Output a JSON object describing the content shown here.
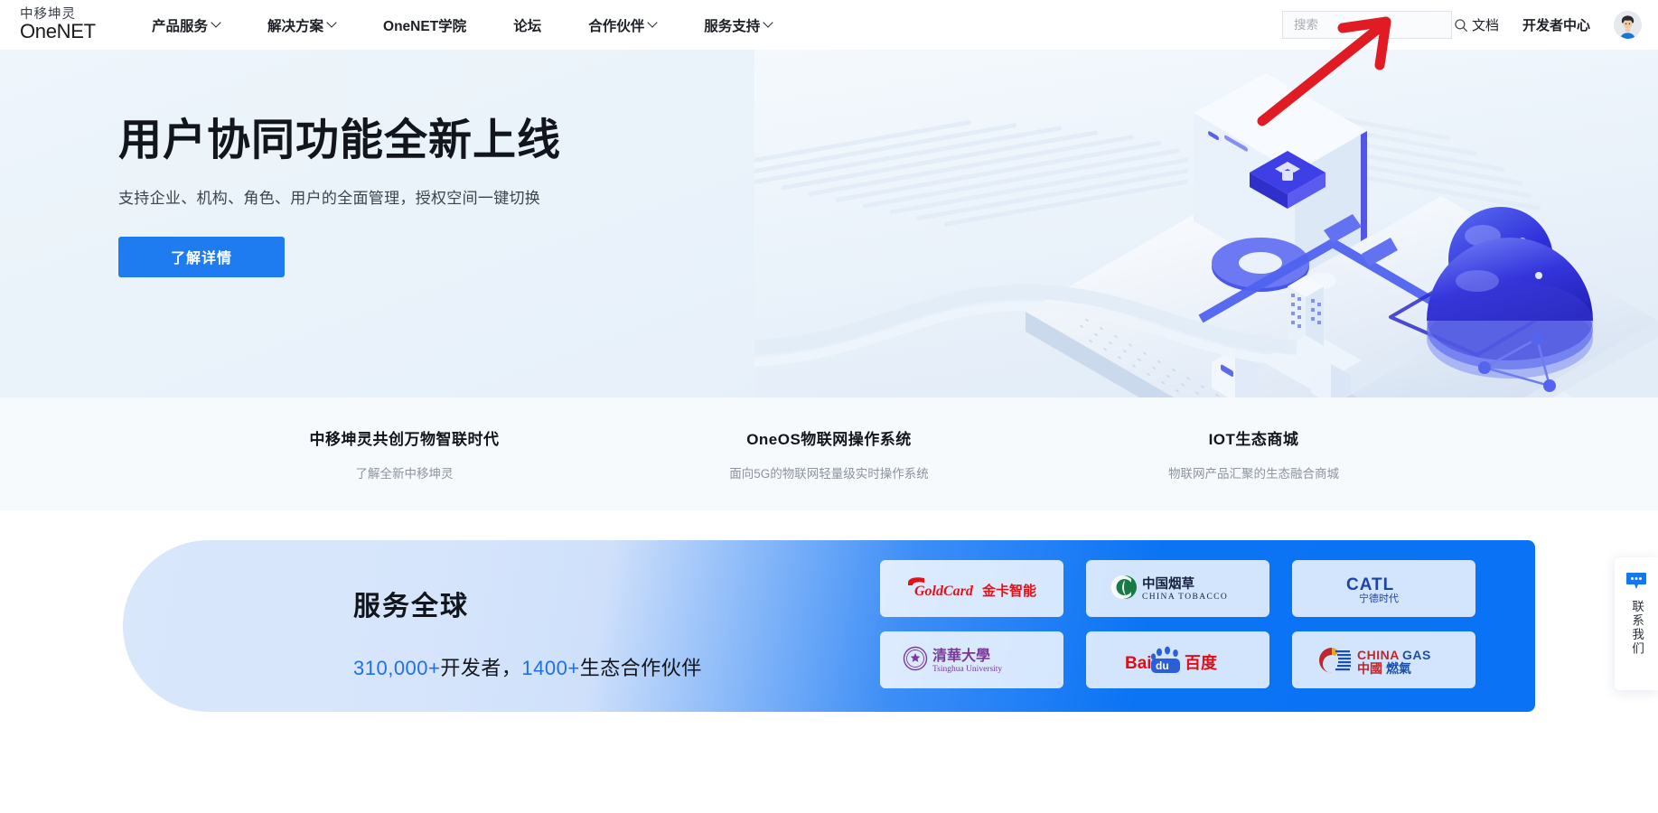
{
  "brand": {
    "cn": "中移坤灵",
    "en": "OneNET"
  },
  "nav": {
    "items": [
      {
        "label": "产品服务",
        "has_caret": true
      },
      {
        "label": "解决方案",
        "has_caret": true
      },
      {
        "label": "OneNET学院",
        "has_caret": false
      },
      {
        "label": "论坛",
        "has_caret": false
      },
      {
        "label": "合作伙伴",
        "has_caret": true
      },
      {
        "label": "服务支持",
        "has_caret": true
      }
    ]
  },
  "search": {
    "placeholder": "搜索",
    "value": "",
    "icon": "search-icon"
  },
  "header_links": {
    "docs": "文档",
    "developer_center": "开发者中心"
  },
  "hero": {
    "title": "用户协同功能全新上线",
    "subtitle": "支持企业、机构、角色、用户的全面管理，授权空间一键切换",
    "cta": "了解详情",
    "carousel": {
      "total": 3,
      "active_index": 0
    }
  },
  "features": [
    {
      "title": "中移坤灵共创万物智联时代",
      "subtitle": "了解全新中移坤灵"
    },
    {
      "title": "OneOS物联网操作系统",
      "subtitle": "面向5G的物联网轻量级实时操作系统"
    },
    {
      "title": "IOT生态商城",
      "subtitle": "物联网产品汇聚的生态融合商城"
    }
  ],
  "banner": {
    "title": "服务全球",
    "stat_developers_num": "310,000+",
    "stat_developers_label": "开发者，",
    "stat_partners_num": "1400+",
    "stat_partners_label": "生态合作伙伴",
    "partners": [
      {
        "name": "goldcard",
        "text_en": "GoldCard",
        "text_cn": "金卡智能",
        "color": "#e3121a"
      },
      {
        "name": "china-tobacco",
        "text_cn": "中国烟草",
        "text_en": "CHINA TOBACCO",
        "color": "#1a7a46"
      },
      {
        "name": "catl",
        "text_en": "CATL",
        "text_cn": "宁德时代",
        "color": "#1c44a8"
      },
      {
        "name": "tsinghua-university",
        "text_cn": "清华大学",
        "text_en": "Tsinghua University",
        "color": "#7a3a9c"
      },
      {
        "name": "baidu",
        "text_en": "Baidu",
        "text_cn": "百度",
        "color": "#de0f17"
      },
      {
        "name": "china-gas",
        "text_en": "CHINA GAS",
        "text_cn": "中國燃氣",
        "color": "#c0272d"
      }
    ]
  },
  "contact_widget": {
    "label": "联系我们",
    "icon": "chat-bubble-icon"
  },
  "colors": {
    "accent": "#0b74f5",
    "cta": "#1f7cf0",
    "annotation": "#e01b24"
  }
}
